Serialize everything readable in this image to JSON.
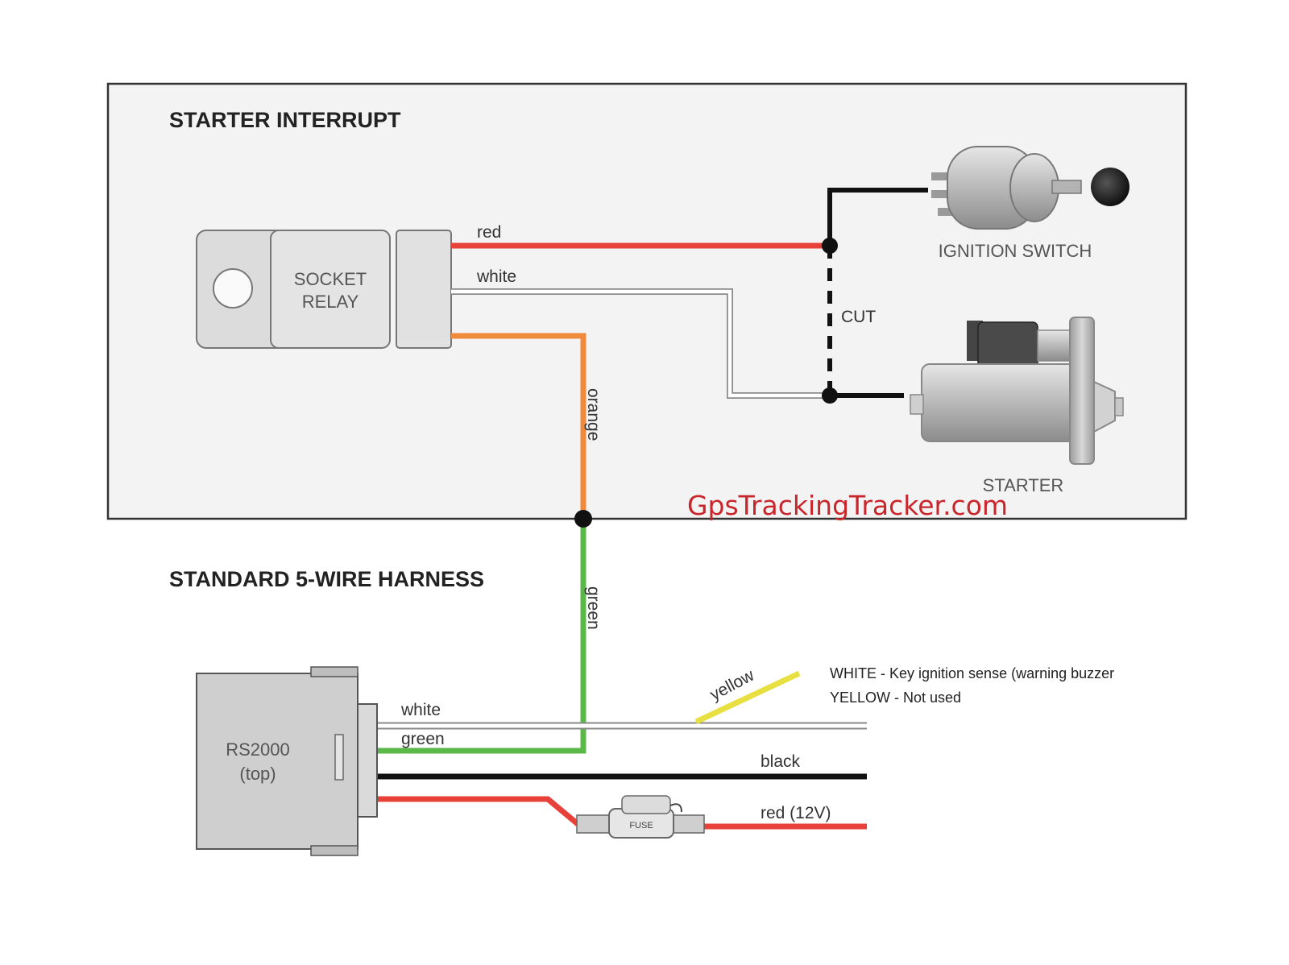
{
  "panel": {
    "title": "STARTER INTERRUPT",
    "watermark": "GpsTrackingTracker.com",
    "relay_label_line1": "SOCKET",
    "relay_label_line2": "RELAY",
    "ignition_label": "IGNITION SWITCH",
    "starter_label": "STARTER",
    "cut_label": "CUT",
    "wire_red": "red",
    "wire_white": "white",
    "wire_orange": "orange"
  },
  "harness": {
    "title": "STANDARD 5-WIRE HARNESS",
    "device_line1": "RS2000",
    "device_line2": "(top)",
    "wire_green_vertical": "green",
    "wire_white": "white",
    "wire_green": "green",
    "wire_black": "black",
    "wire_red": "red (12V)",
    "wire_yellow": "yellow",
    "fuse_label": "FUSE",
    "note_line1": "WHITE - Key ignition sense (warning buzzer",
    "note_line2": "YELLOW - Not used"
  },
  "colors": {
    "red": "#e8413a",
    "orange": "#f08a3c",
    "green": "#5ab848",
    "yellow": "#e8e040",
    "black": "#111111",
    "panel_bg": "#f3f3f3"
  }
}
